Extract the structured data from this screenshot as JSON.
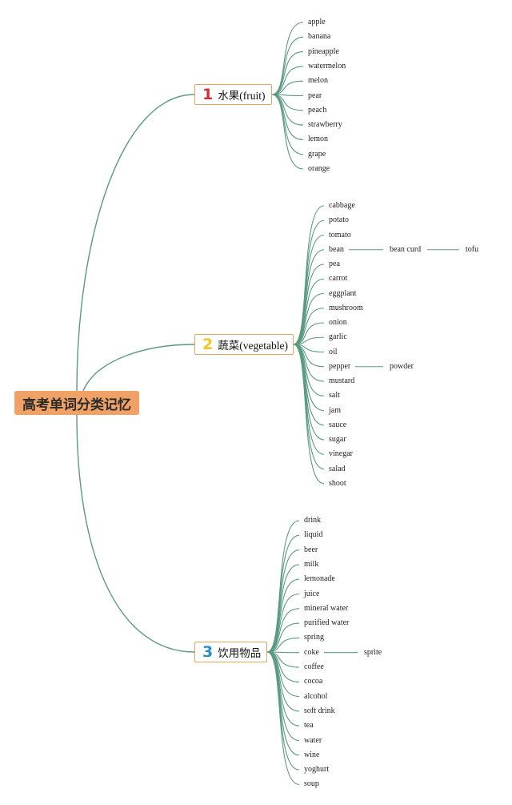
{
  "root": {
    "label": "高考单词分类记忆"
  },
  "colors": {
    "line": "#5a9a82",
    "root_fill": "#f0a266",
    "branch_border": "#eaa35c"
  },
  "branches": [
    {
      "number": "1",
      "label": "水果(fruit)",
      "number_color": "#d62b3a",
      "items": [
        {
          "word": "apple"
        },
        {
          "word": "banana"
        },
        {
          "word": "pineapple"
        },
        {
          "word": "watermelon"
        },
        {
          "word": "melon"
        },
        {
          "word": "pear"
        },
        {
          "word": "peach"
        },
        {
          "word": "strawberry"
        },
        {
          "word": "lemon"
        },
        {
          "word": "grape"
        },
        {
          "word": "orange"
        }
      ]
    },
    {
      "number": "2",
      "label": "蔬菜(vegetable)",
      "number_color": "#f2c424",
      "items": [
        {
          "word": "cabbage"
        },
        {
          "word": "potato"
        },
        {
          "word": "tomato"
        },
        {
          "word": "bean",
          "children": [
            "bean curd",
            "tofu"
          ]
        },
        {
          "word": "pea"
        },
        {
          "word": "carrot"
        },
        {
          "word": "eggplant"
        },
        {
          "word": "mushroom"
        },
        {
          "word": "onion"
        },
        {
          "word": "garlic"
        },
        {
          "word": "oil"
        },
        {
          "word": "pepper",
          "children": [
            "powder"
          ]
        },
        {
          "word": "mustard"
        },
        {
          "word": "salt"
        },
        {
          "word": "jam"
        },
        {
          "word": "sauce"
        },
        {
          "word": "sugar"
        },
        {
          "word": "vinegar"
        },
        {
          "word": "salad"
        },
        {
          "word": "shoot"
        }
      ]
    },
    {
      "number": "3",
      "label": "饮用物品",
      "number_color": "#2a8fc9",
      "items": [
        {
          "word": "drink"
        },
        {
          "word": "liquid"
        },
        {
          "word": "beer"
        },
        {
          "word": "milk"
        },
        {
          "word": "lemonade"
        },
        {
          "word": "juice"
        },
        {
          "word": "mineral water"
        },
        {
          "word": "purified water"
        },
        {
          "word": "spring"
        },
        {
          "word": "coke",
          "children": [
            "sprite"
          ]
        },
        {
          "word": "coffee"
        },
        {
          "word": "cocoa"
        },
        {
          "word": "alcohol"
        },
        {
          "word": "soft drink"
        },
        {
          "word": "tea"
        },
        {
          "word": "water"
        },
        {
          "word": "wine"
        },
        {
          "word": "yoghurt"
        },
        {
          "word": "soup"
        }
      ]
    }
  ]
}
